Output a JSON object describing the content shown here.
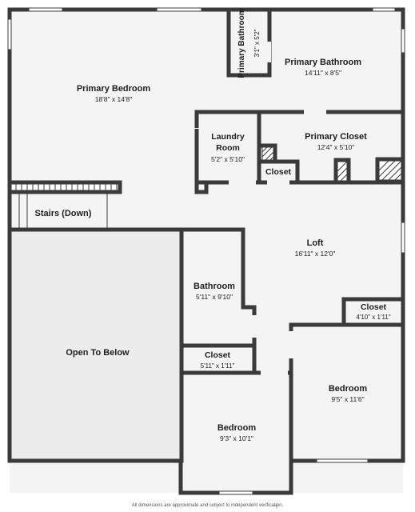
{
  "colors": {
    "wall": "#3a3a3a",
    "floor": "#f4f4f4",
    "open_area": "#ececec",
    "window": "#ffffff",
    "text": "#1f1f1f"
  },
  "rooms": {
    "primary_bedroom": {
      "name": "Primary Bedroom",
      "dims": "18'8\" x 14'8\""
    },
    "primary_bathroom_small": {
      "name": "Primary Bathroom",
      "dims": "3'1\" x 5'2\""
    },
    "primary_bathroom": {
      "name": "Primary Bathroom",
      "dims": "14'11\" x 8'5\""
    },
    "laundry": {
      "name": "Laundry Room",
      "dims": "5'2\" x 5'10\""
    },
    "primary_closet": {
      "name": "Primary Closet",
      "dims": "12'4\" x 5'10\""
    },
    "closet_small": {
      "name": "Closet"
    },
    "stairs": {
      "name": "Stairs (Down)"
    },
    "loft": {
      "name": "Loft",
      "dims": "16'11\" x 12'0\""
    },
    "bathroom": {
      "name": "Bathroom",
      "dims": "5'11\" x 9'10\""
    },
    "closet_right": {
      "name": "Closet",
      "dims": "4'10\" x 1'11\""
    },
    "open_to_below": {
      "name": "Open To Below"
    },
    "closet_middle": {
      "name": "Closet",
      "dims": "5'11\" x 1'11\""
    },
    "bedroom_right": {
      "name": "Bedroom",
      "dims": "9'5\" x 11'6\""
    },
    "bedroom_bottom": {
      "name": "Bedroom",
      "dims": "9'3\" x 10'1\""
    }
  },
  "footer": {
    "disclaimer": "All dimensions are approximate and subject to independent verification."
  }
}
